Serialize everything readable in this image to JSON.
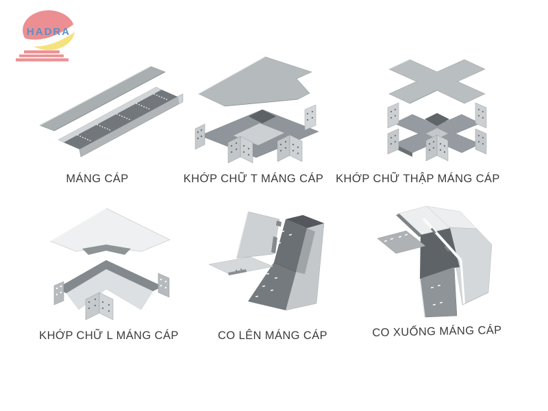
{
  "page": {
    "background": "#ffffff"
  },
  "logo": {
    "brand": "HADRA",
    "colors": {
      "arc_pink": "#ec8f92",
      "arc_yellow": "#f6e27d",
      "text_blue": "#5c8fc5",
      "pedestal_pink": "#ec9093"
    }
  },
  "products": [
    {
      "label": "MÁNG CÁP",
      "image": "straight-cable-tray-graphic"
    },
    {
      "label": "KHỚP CHỮ T MÁNG CÁP",
      "image": "t-joint-cable-tray-graphic"
    },
    {
      "label": "KHỚP CHỮ THẬP MÁNG CÁP",
      "image": "cross-joint-cable-tray-graphic"
    },
    {
      "label": "KHỚP CHỮ L MÁNG CÁP",
      "image": "l-joint-cable-tray-graphic"
    },
    {
      "label": "CO LÊN MÁNG CÁP",
      "image": "riser-up-cable-tray-graphic"
    },
    {
      "label": "CO XUỐNG MÁNG CÁP",
      "image": "riser-down-cable-tray-graphic"
    }
  ],
  "palette": {
    "label_text": "#3b3b3b",
    "tray_light": "#c7cbcd",
    "tray_mid": "#9aa0a3",
    "tray_dark": "#72777b",
    "lid_white": "#eef0f1"
  }
}
